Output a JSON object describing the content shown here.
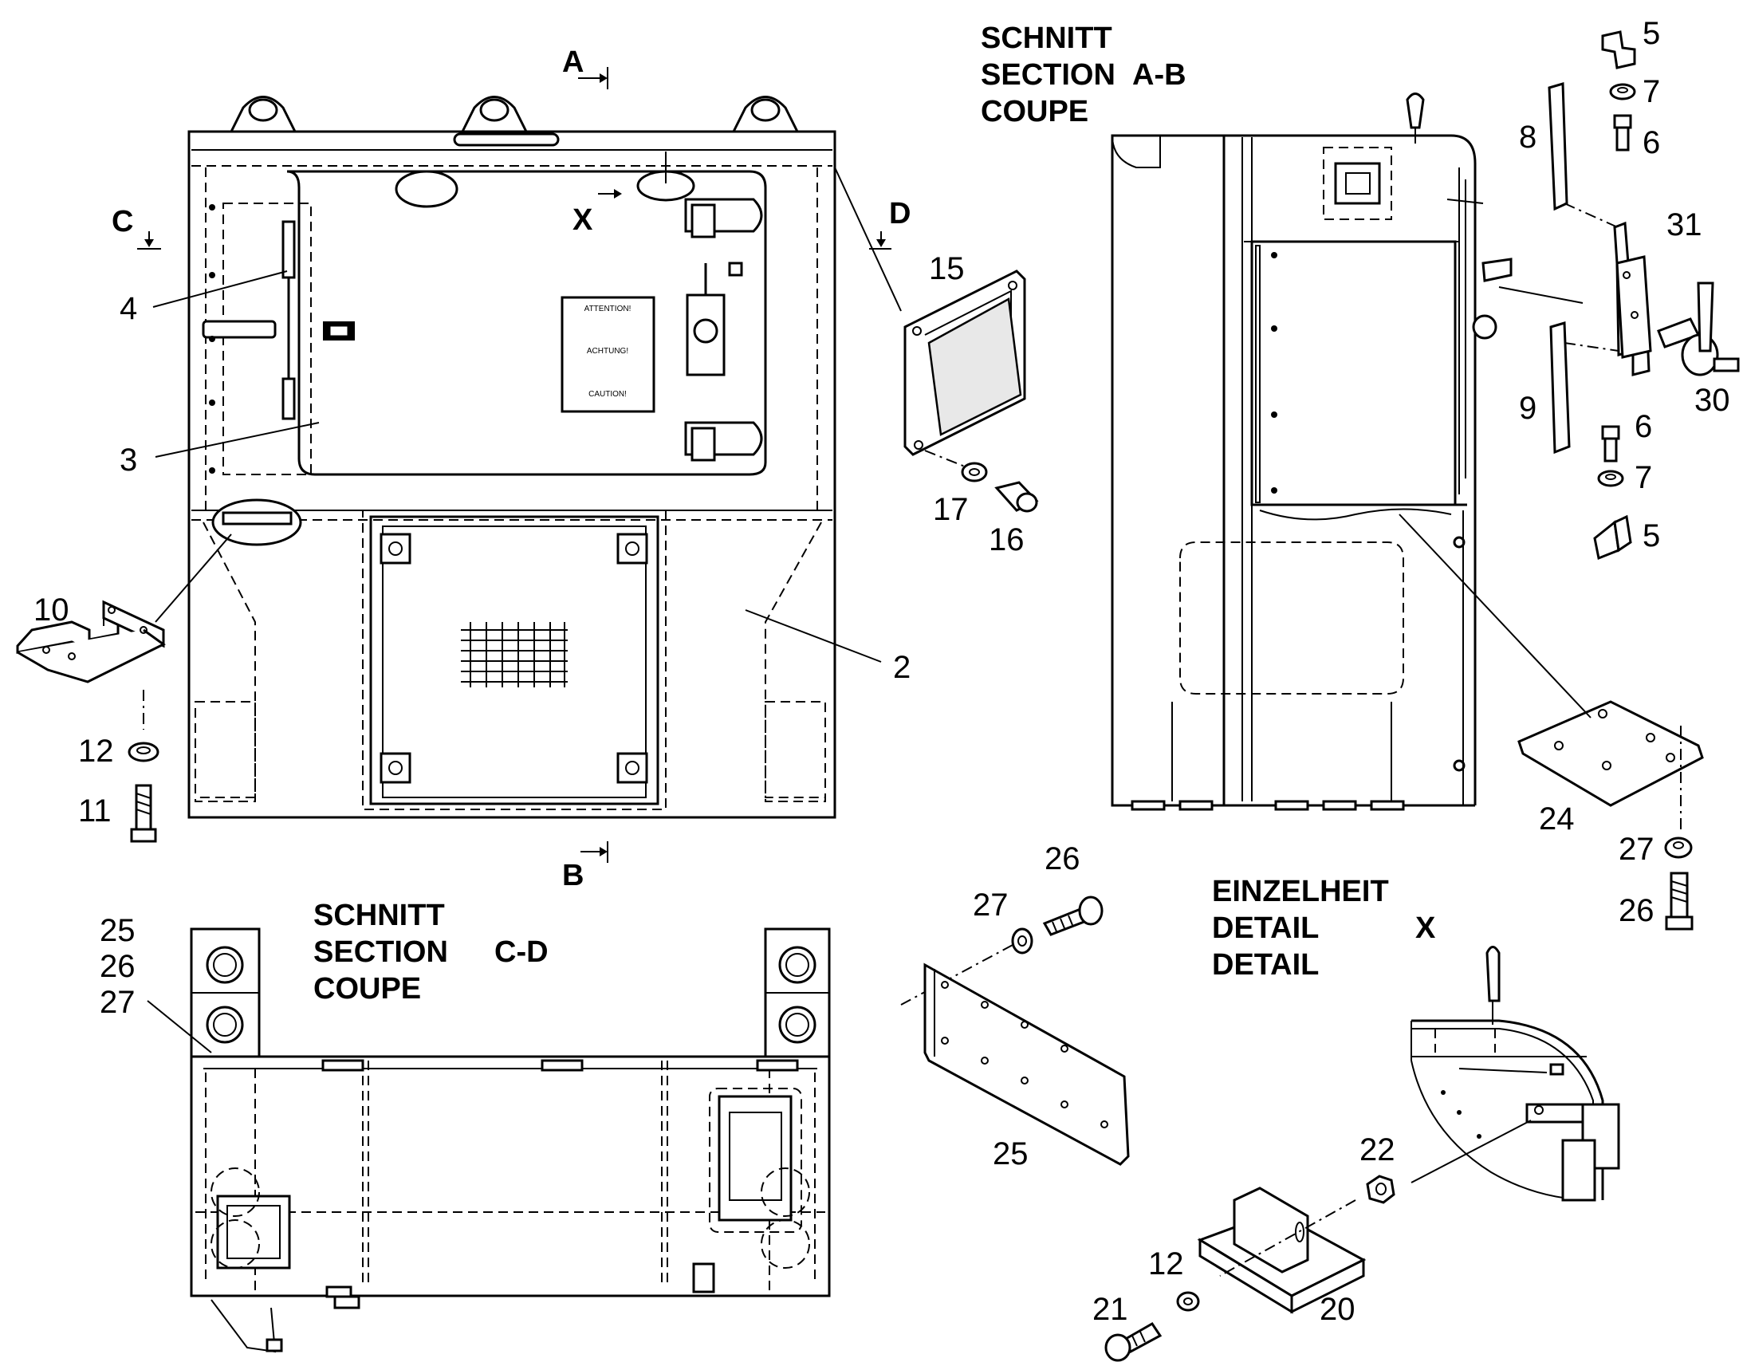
{
  "headings": {
    "section_ab": {
      "line1": "SCHNITT",
      "line2": "SECTION",
      "line3": "COUPE",
      "id": "A-B"
    },
    "section_cd": {
      "line1": "SCHNITT",
      "line2": "SECTION",
      "line3": "COUPE",
      "id": "C-D"
    },
    "detail_x": {
      "line1": "EINZELHEIT",
      "line2": "DETAIL",
      "line3": "DETAIL",
      "id": "X"
    }
  },
  "section_marks": {
    "a": "A",
    "b": "B",
    "c": "C",
    "d": "D",
    "x": "X"
  },
  "warning_sign": {
    "line1": "ATTENTION!",
    "line2": "ACHTUNG!",
    "line3": "CAUTION!"
  },
  "part_numbers": {
    "p2": "2",
    "p3": "3",
    "p4": "4",
    "p10": "10",
    "p11": "11",
    "p12a": "12",
    "p15": "15",
    "p16": "16",
    "p17": "17",
    "p5a": "5",
    "p7a": "7",
    "p6a": "6",
    "p8": "8",
    "p31": "31",
    "p30": "30",
    "p9": "9",
    "p6b": "6",
    "p7b": "7",
    "p5b": "5",
    "p24": "24",
    "p27a": "27",
    "p26a": "26",
    "p26b": "26",
    "p27b": "27",
    "p25b": "25",
    "p25a": "25",
    "p26c": "26",
    "p27c": "27",
    "p22": "22",
    "p12b": "12",
    "p21": "21",
    "p20": "20"
  },
  "colors": {
    "line": "#000000",
    "background": "#ffffff"
  }
}
